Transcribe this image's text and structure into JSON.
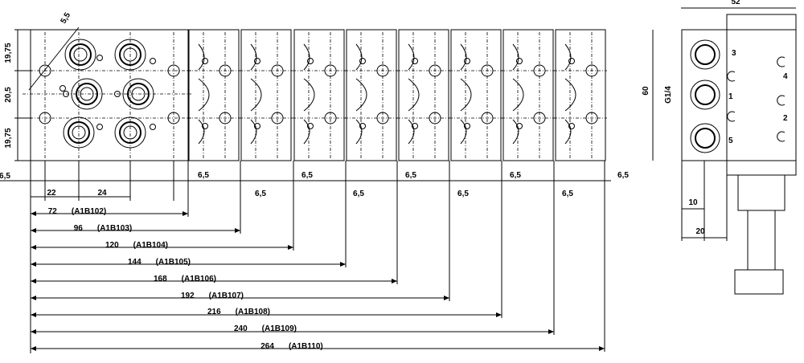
{
  "vertical_dims": [
    "19,75",
    "20,5",
    "19,75"
  ],
  "angle_dim": "5,5",
  "offset_dim": "6,5",
  "horizontal_dims": {
    "a": "22",
    "b": "24"
  },
  "assemblies": [
    {
      "length": "72",
      "code": "(A1B102)"
    },
    {
      "length": "96",
      "code": "(A1B103)"
    },
    {
      "length": "120",
      "code": "(A1B104)"
    },
    {
      "length": "144",
      "code": "(A1B105)"
    },
    {
      "length": "168",
      "code": "(A1B106)"
    },
    {
      "length": "192",
      "code": "(A1B107)"
    },
    {
      "length": "216",
      "code": "(A1B108)"
    },
    {
      "length": "240",
      "code": "(A1B109)"
    },
    {
      "length": "264",
      "code": "(A1B110)"
    }
  ],
  "side_view": {
    "width": "52",
    "height": "60",
    "thread": "G1/4",
    "dim_10": "10",
    "dim_20": "20",
    "ports": [
      "3",
      "1",
      "5",
      "4",
      "2"
    ]
  }
}
